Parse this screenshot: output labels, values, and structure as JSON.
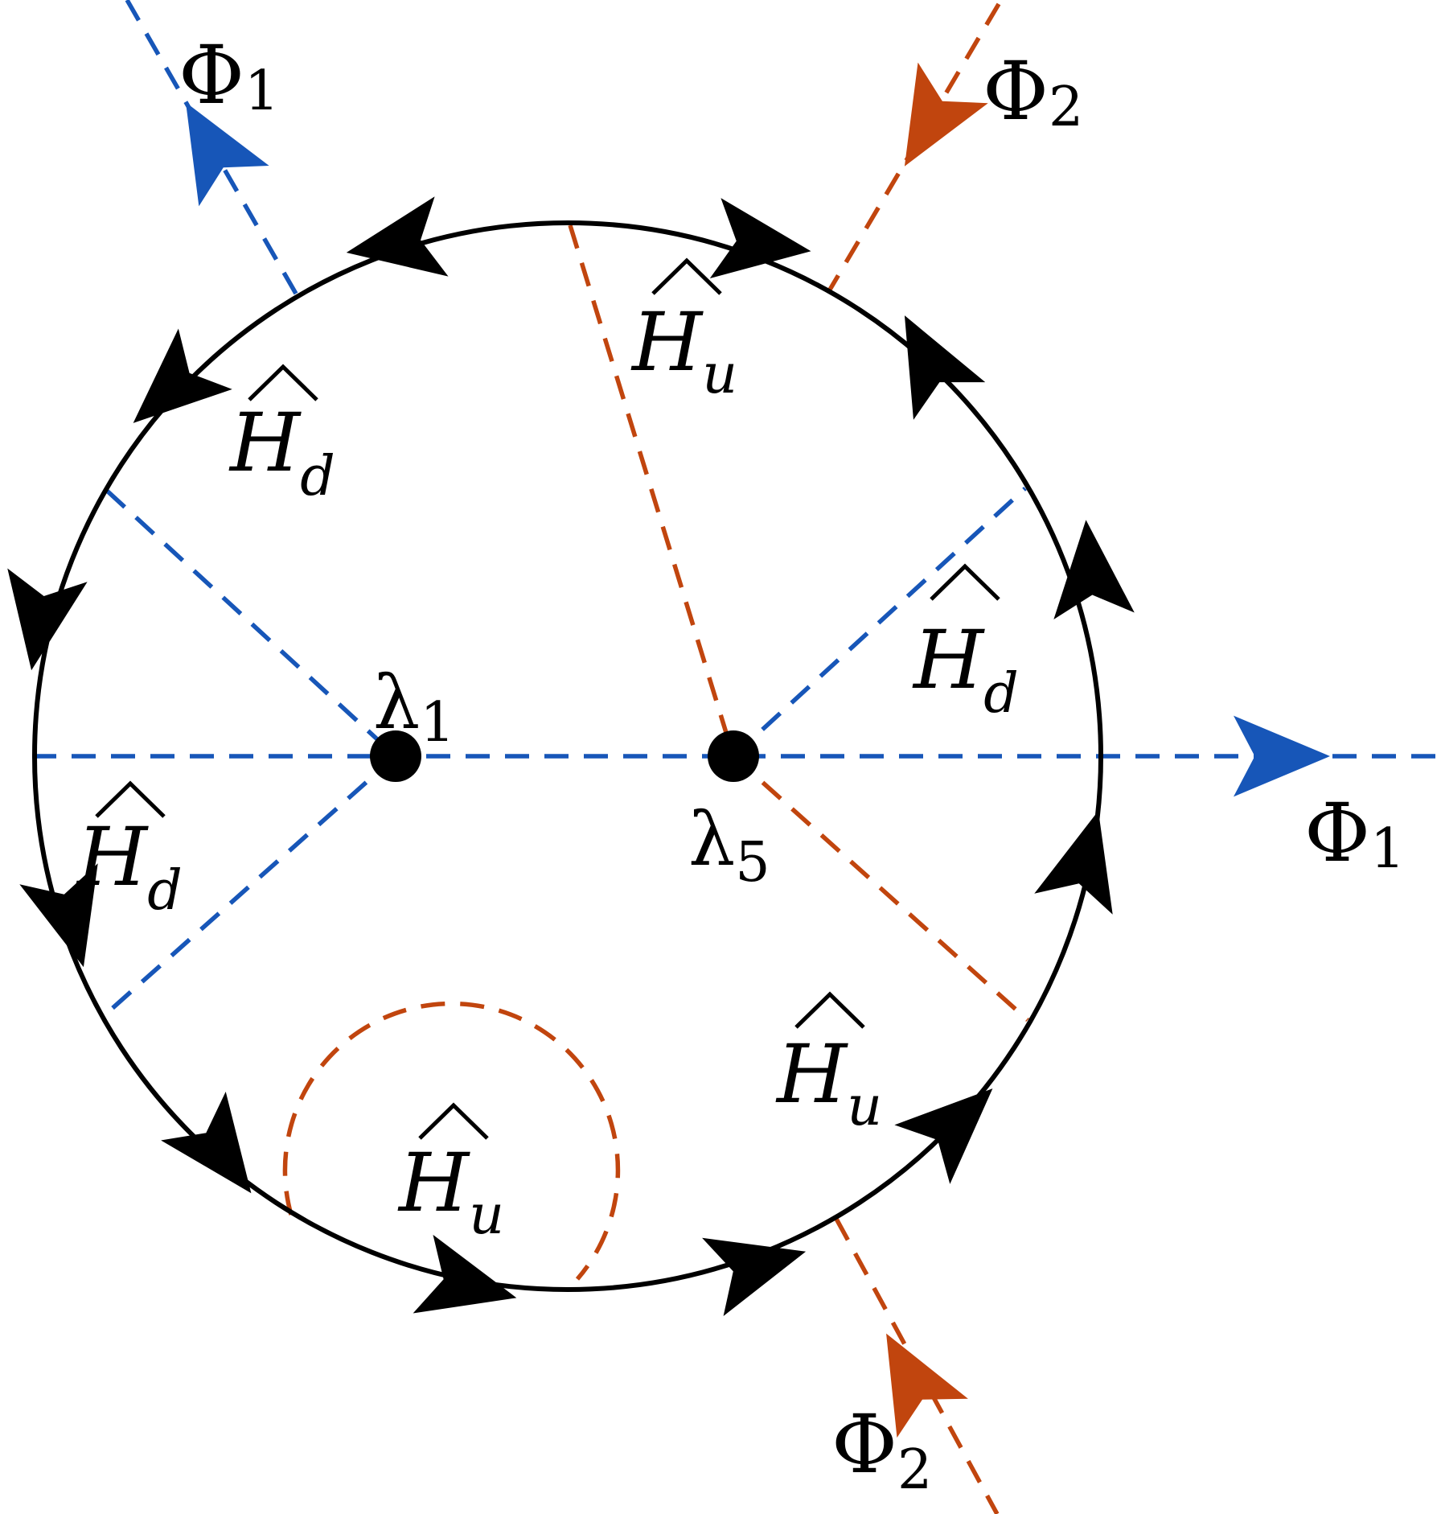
{
  "colors": {
    "fermion": "#000000",
    "phi1_line": "#1756b8",
    "phi2_line": "#c1450e"
  },
  "labels": {
    "phi1_top": {
      "base": "Φ",
      "sub": "1"
    },
    "phi2_top": {
      "base": "Φ",
      "sub": "2"
    },
    "phi1_right": {
      "base": "Φ",
      "sub": "1"
    },
    "phi2_bottom": {
      "base": "Φ",
      "sub": "2"
    },
    "lambda1": {
      "base": "λ",
      "sub": "1"
    },
    "lambda5": {
      "base": "λ",
      "sub": "5"
    },
    "hd_upper_left": {
      "base": "H",
      "sub": "d"
    },
    "hd_right": {
      "base": "H",
      "sub": "d"
    },
    "hd_lower_left": {
      "base": "H",
      "sub": "d"
    },
    "hu_top": {
      "base": "H",
      "sub": "u"
    },
    "hu_lower_right": {
      "base": "H",
      "sub": "u"
    },
    "hu_bottom": {
      "base": "H",
      "sub": "u"
    }
  }
}
